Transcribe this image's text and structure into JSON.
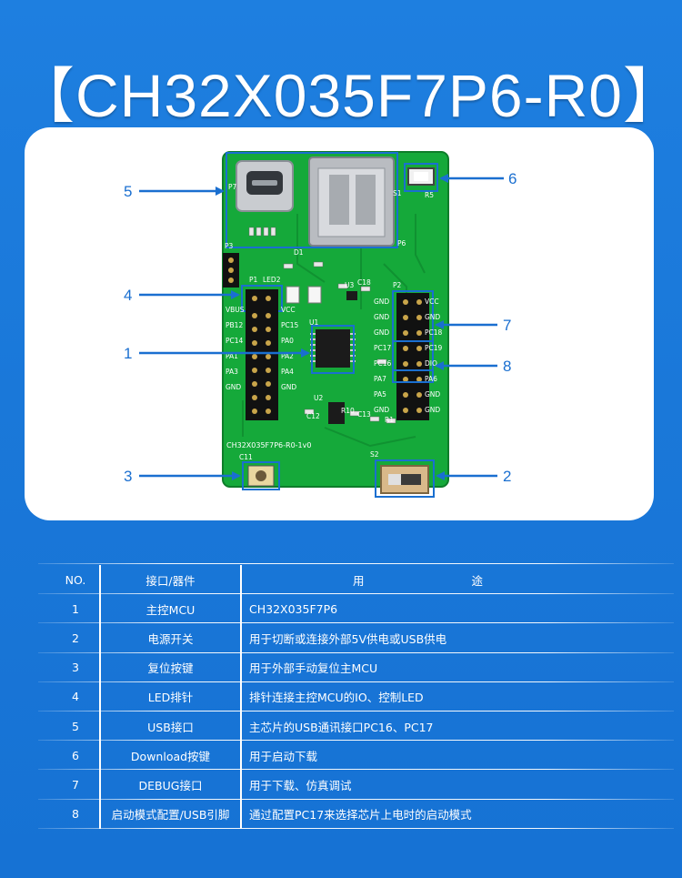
{
  "title": "【CH32X035F7P6-R0】",
  "board": {
    "silk_name": "CH32X035F7P6-R0-1v0",
    "p1_pins": [
      "VBUS",
      "VCC",
      "PB12",
      "PC15",
      "PC14",
      "PA0",
      "PA1",
      "PA2",
      "PA3",
      "PA4",
      "GND",
      "GND"
    ],
    "p2_left": [
      "GND",
      "GND",
      "GND",
      "PC17",
      "PC16",
      "PA7",
      "PA5",
      "GND"
    ],
    "p2_right": [
      "VCC",
      "GND",
      "PC18",
      "PC19",
      "DIO",
      "PA6",
      "GND",
      "GND"
    ],
    "labels": {
      "p1": "P1",
      "p2": "P2",
      "p3": "P3",
      "led2": "LED2",
      "u1": "U1",
      "u2": "U2",
      "u3": "U3",
      "s1": "S1",
      "s2": "S2",
      "r5": "R5",
      "p6": "P6",
      "p7": "P7",
      "d1": "D1",
      "c11": "C11",
      "c12": "C12",
      "c13": "C13",
      "c18": "C18",
      "r10": "R10",
      "r1": "R1"
    }
  },
  "callouts": [
    "1",
    "2",
    "3",
    "4",
    "5",
    "6",
    "7",
    "8"
  ],
  "table": {
    "headers": {
      "no": "NO.",
      "part": "接口/器件",
      "use": "用途"
    },
    "rows": [
      {
        "no": "1",
        "part": "主控MCU",
        "use": "CH32X035F7P6"
      },
      {
        "no": "2",
        "part": "电源开关",
        "use": "用于切断或连接外部5V供电或USB供电"
      },
      {
        "no": "3",
        "part": "复位按键",
        "use": "用于外部手动复位主MCU"
      },
      {
        "no": "4",
        "part": "LED排针",
        "use": "排针连接主控MCU的IO、控制LED"
      },
      {
        "no": "5",
        "part": "USB接口",
        "use": "主芯片的USB通讯接口PC16、PC17"
      },
      {
        "no": "6",
        "part": "Download按键",
        "use": "用于启动下载"
      },
      {
        "no": "7",
        "part": "DEBUG接口",
        "use": "用于下载、仿真调试"
      },
      {
        "no": "8",
        "part": "启动模式配置/USB引脚",
        "use": "通过配置PC17来选择芯片上电时的启动模式"
      }
    ]
  },
  "colors": {
    "background": "#1a78d9",
    "pcb": "#15a93a",
    "callout": "#1a6fd0",
    "white": "#ffffff"
  }
}
